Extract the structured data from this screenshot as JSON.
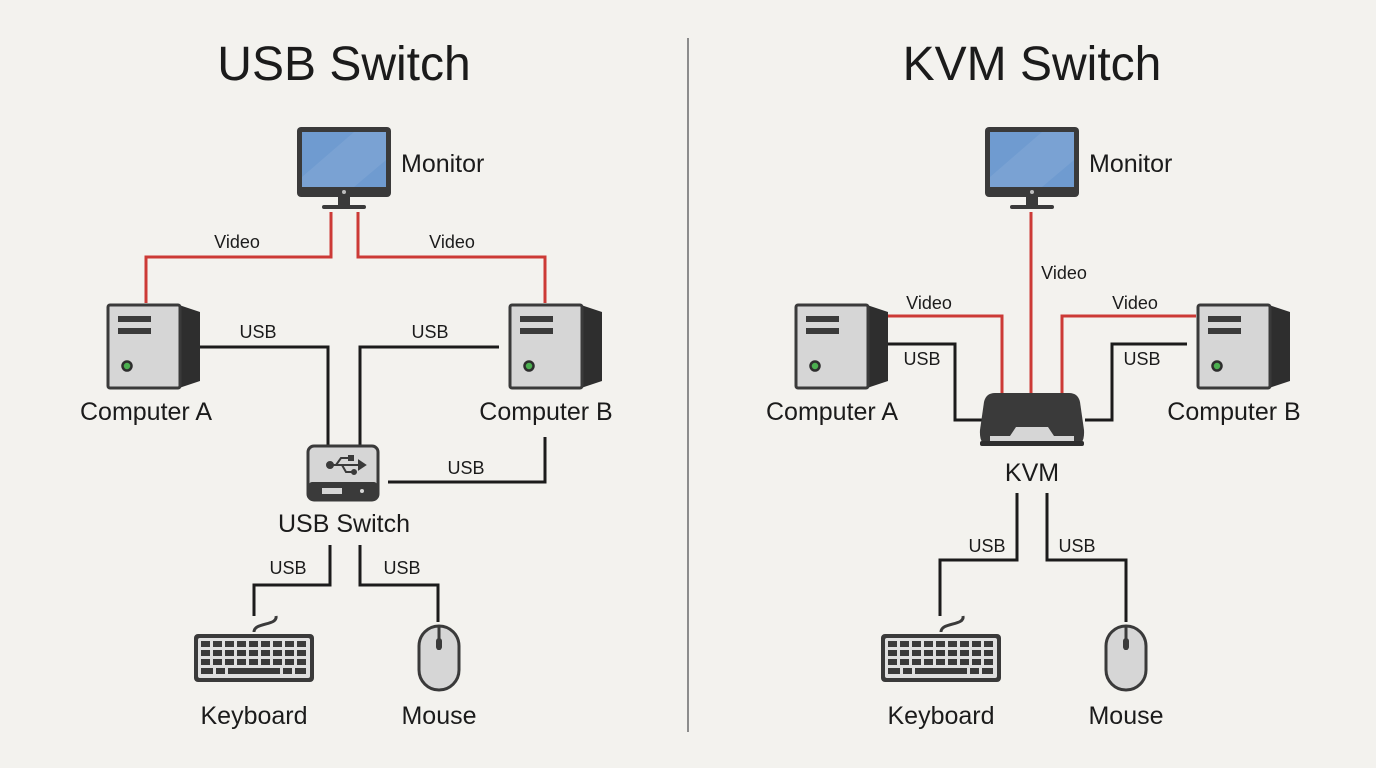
{
  "left": {
    "title": "USB Switch",
    "monitor": "Monitor",
    "computer_a": "Computer A",
    "computer_b": "Computer B",
    "switch": "USB Switch",
    "keyboard": "Keyboard",
    "mouse": "Mouse",
    "wires": {
      "video_a": "Video",
      "video_b": "Video",
      "usb_a": "USB",
      "usb_b_top": "USB",
      "usb_b_side": "USB",
      "usb_keyboard": "USB",
      "usb_mouse": "USB"
    }
  },
  "right": {
    "title": "KVM Switch",
    "monitor": "Monitor",
    "computer_a": "Computer A",
    "computer_b": "Computer B",
    "switch": "KVM",
    "keyboard": "Keyboard",
    "mouse": "Mouse",
    "wires": {
      "video_monitor": "Video",
      "video_a": "Video",
      "video_b": "Video",
      "usb_a": "USB",
      "usb_b": "USB",
      "usb_keyboard": "USB",
      "usb_mouse": "USB"
    }
  },
  "colors": {
    "background": "#f3f2ee",
    "video_wire": "#cc3a36",
    "usb_wire": "#1b1b1b",
    "screen": "#6f9bd0",
    "device_body": "#3a3a3a",
    "device_front": "#d6d6d6",
    "power_led": "#4caf50"
  },
  "icons": [
    "monitor-icon",
    "computer-tower-icon",
    "usb-switch-icon",
    "kvm-switch-icon",
    "keyboard-icon",
    "mouse-icon",
    "usb-symbol-icon"
  ]
}
